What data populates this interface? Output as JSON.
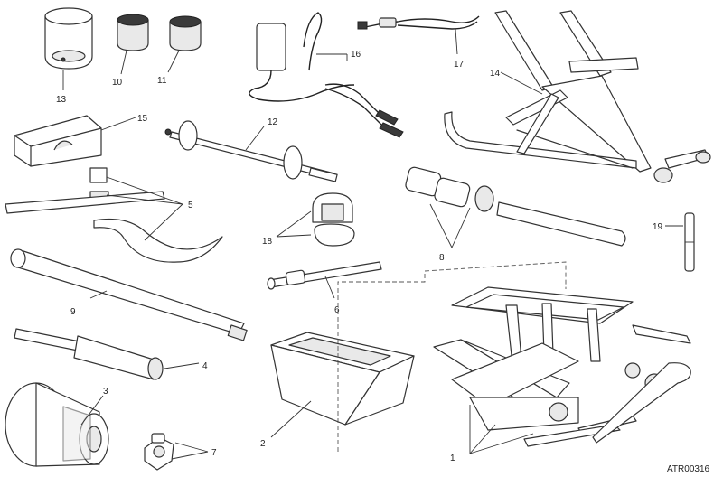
{
  "reference_code": "ATR00316",
  "callouts": {
    "c1": "1",
    "c2": "2",
    "c3": "3",
    "c4": "4",
    "c5": "5",
    "c6": "6",
    "c7": "7",
    "c8": "8",
    "c9": "9",
    "c10": "10",
    "c11": "11",
    "c12": "12",
    "c13": "13",
    "c14": "14",
    "c15": "15",
    "c16": "16",
    "c17": "17",
    "c18": "18",
    "c19": "19"
  }
}
